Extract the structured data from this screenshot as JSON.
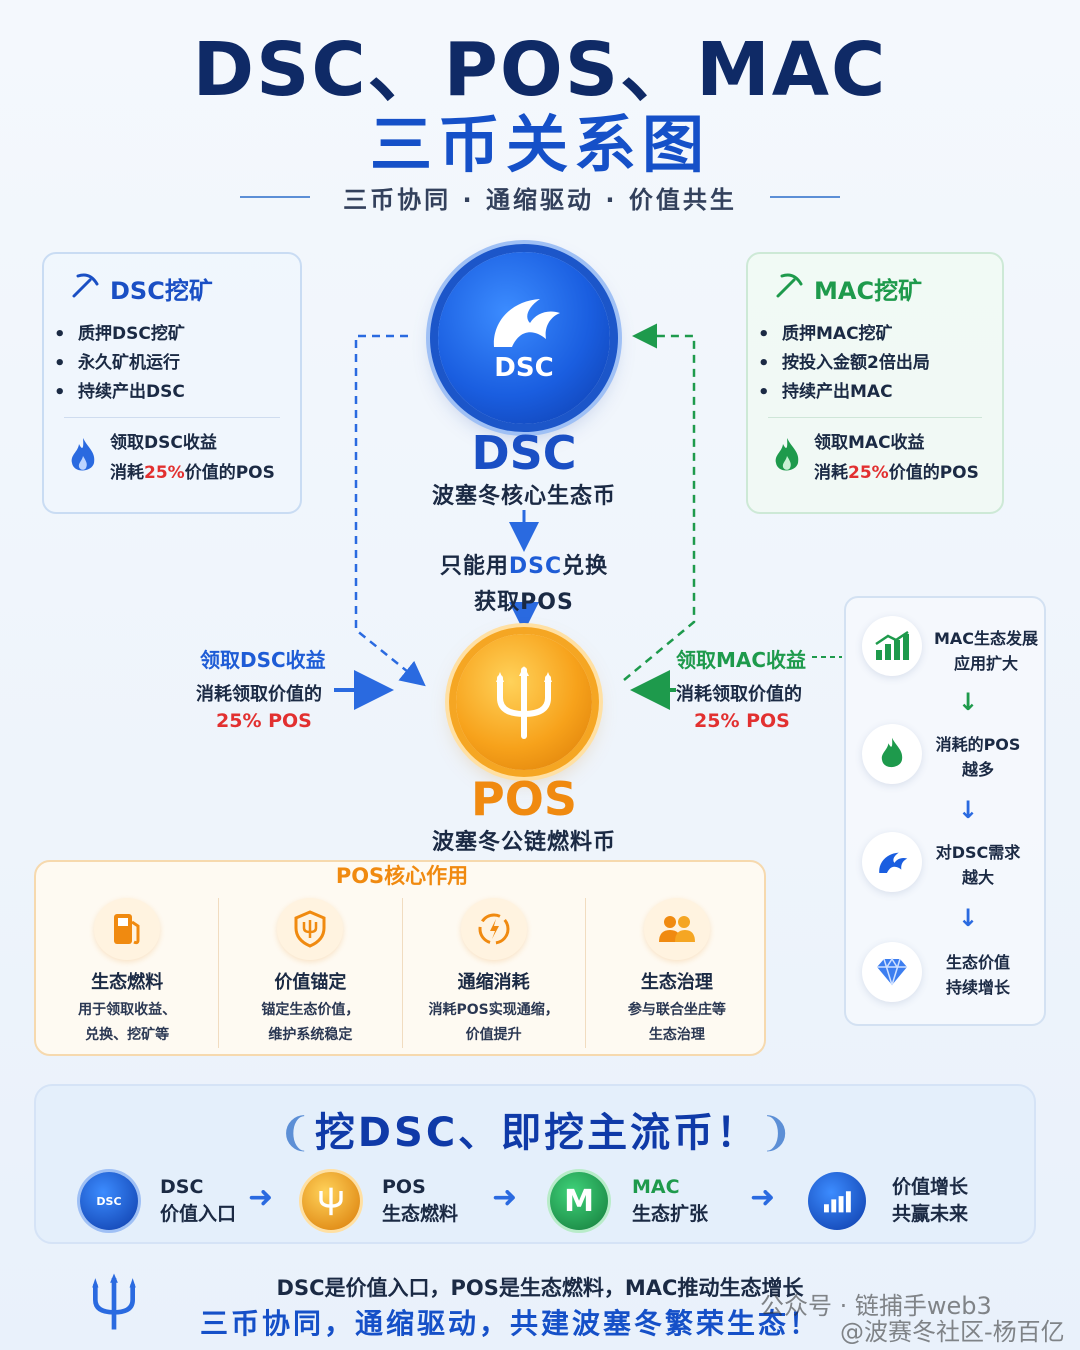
{
  "header": {
    "title_line1": "DSC、POS、MAC",
    "title_line2": "三币关系图",
    "subtitle": "三币协同 · 通缩驱动 · 价值共生"
  },
  "dsc_mining": {
    "title": "DSC挖矿",
    "bullets": [
      "质押DSC挖矿",
      "永久矿机运行",
      "持续产出DSC"
    ],
    "reward_line1": "领取DSC收益",
    "reward_prefix": "消耗",
    "reward_pct": "25%",
    "reward_suffix": "价值的POS"
  },
  "mac_mining": {
    "title": "MAC挖矿",
    "bullets": [
      "质押MAC挖矿",
      "按投入金额2倍出局",
      "持续产出MAC"
    ],
    "reward_line1": "领取MAC收益",
    "reward_prefix": "消耗",
    "reward_pct": "25%",
    "reward_suffix": "价值的POS"
  },
  "dsc_coin": {
    "coin_text": "DSC",
    "name": "DSC",
    "caption": "波塞冬核心生态币"
  },
  "exchange": {
    "line1_a": "只能用",
    "line1_b": "DSC",
    "line1_c": "兑换",
    "line2": "获取POS"
  },
  "pos_coin": {
    "name": "POS",
    "caption": "波塞冬公链燃料币"
  },
  "left_flow": {
    "title": "领取DSC收益",
    "text": "消耗领取价值的",
    "pct": "25% POS"
  },
  "right_flow": {
    "title": "领取MAC收益",
    "text": "消耗领取价值的",
    "pct": "25% POS"
  },
  "side_panel": {
    "steps": [
      {
        "line1": "MAC生态发展",
        "line2": "应用扩大",
        "icon": "growth-chart-icon"
      },
      {
        "line1": "消耗的POS",
        "line2": "越多",
        "icon": "flame-icon"
      },
      {
        "line1": "对DSC需求",
        "line2": "越大",
        "icon": "wave-icon"
      },
      {
        "line1": "生态价值",
        "line2": "持续增长",
        "icon": "diamond-icon"
      }
    ]
  },
  "pos_roles": {
    "title": "POS核心作用",
    "items": [
      {
        "title": "生态燃料",
        "desc1": "用于领取收益、",
        "desc2": "兑换、挖矿等",
        "icon": "fuel-pump-icon"
      },
      {
        "title": "价值锚定",
        "desc1": "锚定生态价值，",
        "desc2": "维护系统稳定",
        "icon": "shield-trident-icon"
      },
      {
        "title": "通缩消耗",
        "desc1": "消耗POS实现通缩，",
        "desc2": "价值提升",
        "icon": "burn-cycle-icon"
      },
      {
        "title": "生态治理",
        "desc1": "参与联合坐庄等",
        "desc2": "生态治理",
        "icon": "people-icon"
      }
    ]
  },
  "bottom": {
    "slogan": "挖DSC、即挖主流币！",
    "chain": [
      {
        "line1": "DSC",
        "line2": "价值入口"
      },
      {
        "line1": "POS",
        "line2": "生态燃料"
      },
      {
        "line1": "MAC",
        "line2": "生态扩张"
      },
      {
        "line1": "价值增长",
        "line2": "共赢未来"
      }
    ],
    "mac_letter": "M",
    "dsc_mini": "DSC"
  },
  "footer": {
    "line1": "DSC是价值入口，POS是生态燃料，MAC推动生态增长",
    "line2": "三币协同，通缩驱动，共建波塞冬繁荣生态！",
    "watermark1": "公众号 · 链捕手web3",
    "watermark2": "@波赛冬社区-杨百亿"
  },
  "colors": {
    "dsc_blue": "#1a4fc4",
    "pos_orange": "#f08a10",
    "mac_green": "#1e9a4c",
    "accent_red": "#e23030"
  }
}
